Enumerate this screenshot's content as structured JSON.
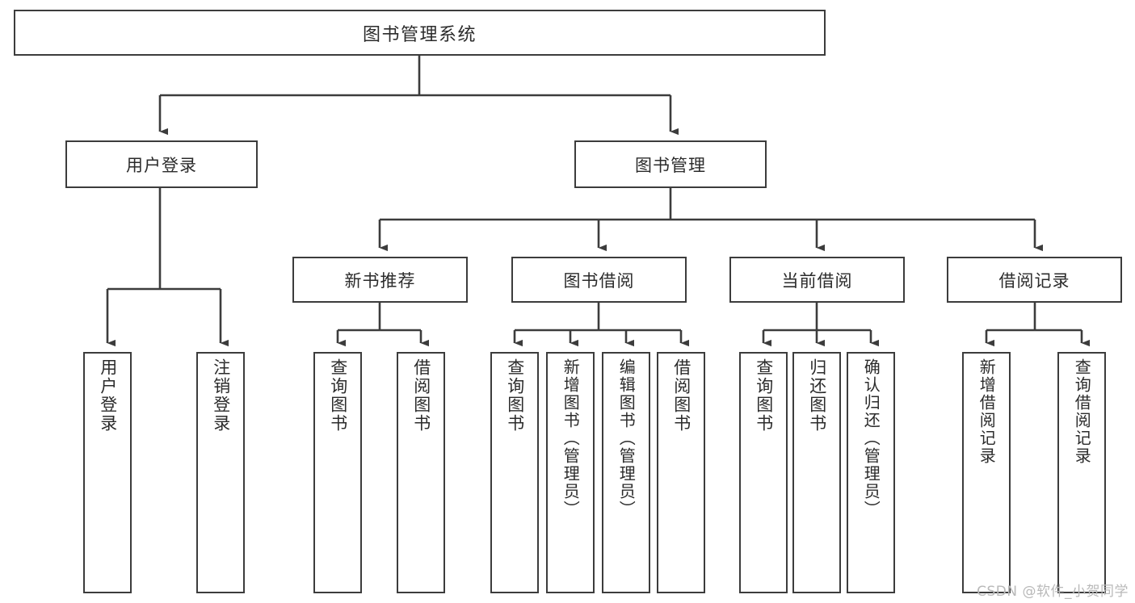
{
  "diagram": {
    "title": "图书管理系统",
    "type": "tree-structure-chart",
    "root": {
      "label": "图书管理系统"
    },
    "level2": [
      {
        "label": "用户登录"
      },
      {
        "label": "图书管理"
      }
    ],
    "level3": [
      {
        "label": "新书推荐"
      },
      {
        "label": "图书借阅"
      },
      {
        "label": "当前借阅"
      },
      {
        "label": "借阅记录"
      }
    ],
    "leaves": {
      "user_login": [
        {
          "label": "用户登录"
        },
        {
          "label": "注销登录"
        }
      ],
      "new_book_recommend": [
        {
          "label": "查询图书"
        },
        {
          "label": "借阅图书"
        }
      ],
      "book_borrow": [
        {
          "label": "查询图书"
        },
        {
          "label": "新增图书（管理员）"
        },
        {
          "label": "编辑图书（管理员）"
        },
        {
          "label": "借阅图书"
        }
      ],
      "current_borrow": [
        {
          "label": "查询图书"
        },
        {
          "label": "归还图书"
        },
        {
          "label": "确认归还（管理员）"
        }
      ],
      "borrow_record": [
        {
          "label": "新增借阅记录"
        },
        {
          "label": "查询借阅记录"
        }
      ]
    }
  },
  "watermark": {
    "text": "CSDN @软件_小贺同学"
  },
  "colors": {
    "box_border": "#3c3c3c",
    "box_fill": "#ffffff",
    "text": "#2b2b2b",
    "wire": "#3c3c3c",
    "watermark": "#b9b9b9",
    "background": "#ffffff"
  }
}
